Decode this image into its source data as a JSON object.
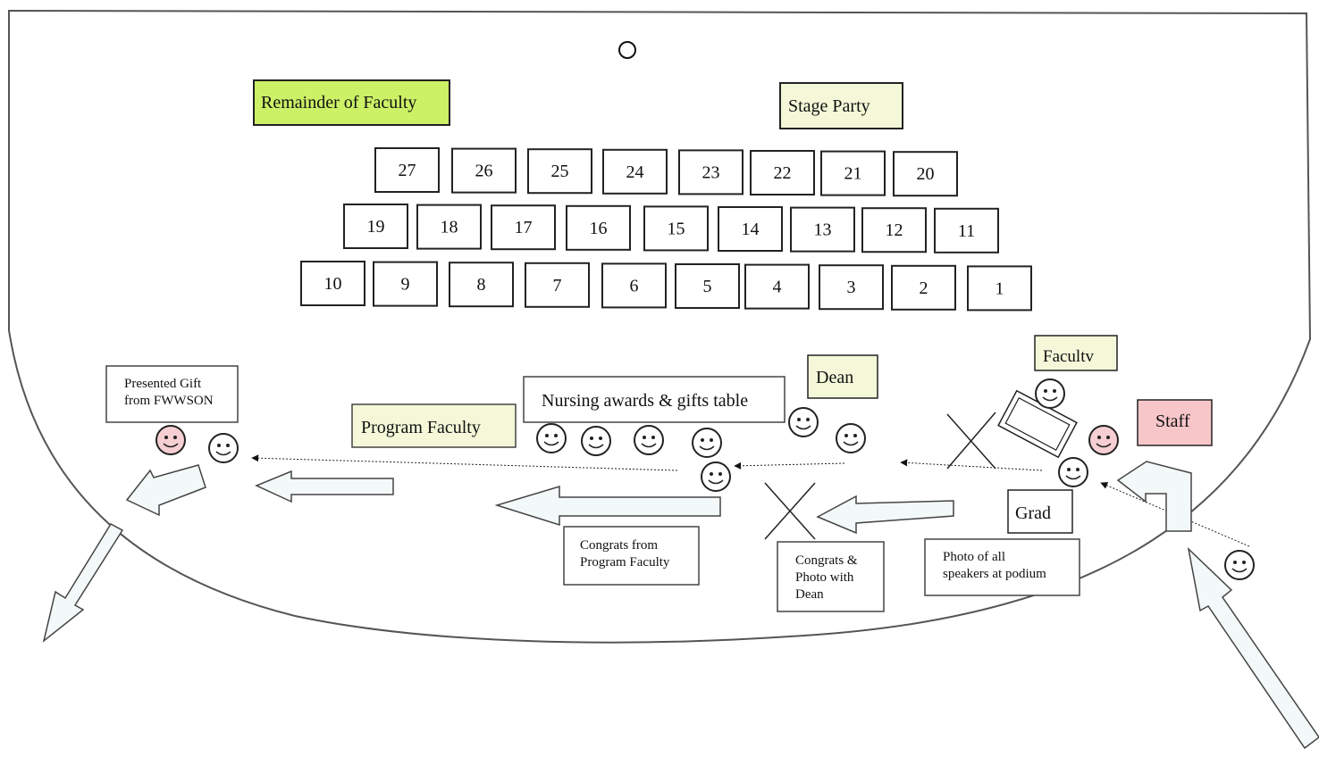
{
  "labels": {
    "remainder_of_faculty": "Remainder of Faculty",
    "stage_party": "Stage Party",
    "dean": "Dean",
    "faculty": "Facultv",
    "staff": "Staff",
    "grad": "Grad",
    "program_faculty": "Program Faculty",
    "awards_table": "Nursing awards & gifts table",
    "presented_gift_line1": "Presented Gift",
    "presented_gift_line2": "from FWWSON",
    "congrats_program_line1": "Congrats from",
    "congrats_program_line2": "Program Faculty",
    "congrats_dean_line1": "Congrats &",
    "congrats_dean_line2": "Photo with",
    "congrats_dean_line3": "Dean",
    "photo_line1": "Photo of all",
    "photo_line2": "speakers at podium"
  },
  "seats": {
    "row_back": [
      "27",
      "26",
      "25",
      "24",
      "23",
      "22",
      "21",
      "20"
    ],
    "row_middle": [
      "19",
      "18",
      "17",
      "16",
      "15",
      "14",
      "13",
      "12",
      "11"
    ],
    "row_front": [
      "10",
      "9",
      "8",
      "7",
      "6",
      "5",
      "4",
      "3",
      "2",
      "1"
    ]
  },
  "colors": {
    "green_label": "#ccf066",
    "light_label": "#f4f8d8",
    "staff_label": "#f7c6c9",
    "pink_face": "#f6cfd3",
    "outline": "#222222",
    "arrow_fill": "#f3f8f8"
  }
}
